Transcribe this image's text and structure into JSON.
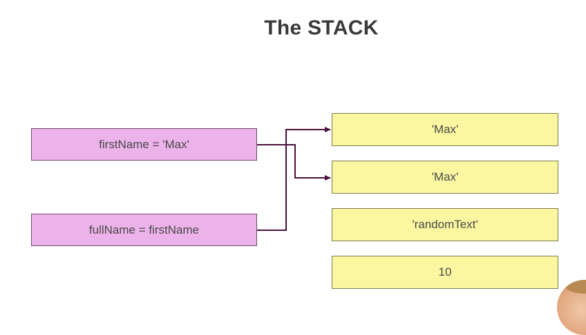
{
  "title": "The STACK",
  "variables": [
    {
      "text": "firstName =  'Max'"
    },
    {
      "text": "fullName =  firstName"
    }
  ],
  "stack": [
    {
      "value": "'Max'"
    },
    {
      "value": "'Max'"
    },
    {
      "value": "'randomText'"
    },
    {
      "value": "10"
    }
  ],
  "colors": {
    "variable_box": "#ecb2ea",
    "stack_box": "#fbf7a0",
    "arrow": "#4a0f3a",
    "title": "#3a3a3a"
  }
}
